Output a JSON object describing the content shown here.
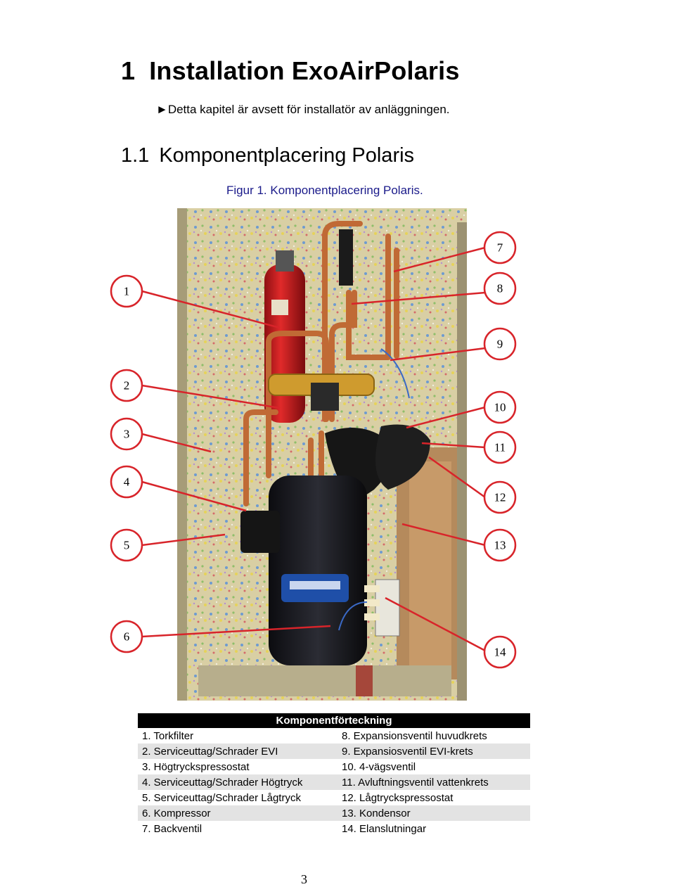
{
  "heading1": {
    "number": "1",
    "text": "Installation ExoAirPolaris"
  },
  "intro": "►Detta kapitel är avsett för installatör av anläggningen.",
  "heading2": {
    "number": "1.1",
    "text": "Komponentplacering Polaris"
  },
  "figure_caption": "Figur 1. Komponentplacering Polaris.",
  "callouts_left": [
    "1",
    "2",
    "3",
    "4",
    "5",
    "6"
  ],
  "callouts_right": [
    "7",
    "8",
    "9",
    "10",
    "11",
    "12",
    "13",
    "14"
  ],
  "table": {
    "title": "Komponentförteckning",
    "rows": [
      [
        "1. Torkfilter",
        "8. Expansionsventil huvudkrets"
      ],
      [
        "2. Serviceuttag/Schrader EVI",
        "9. Expansiosventil EVI-krets"
      ],
      [
        "3. Högtryckspressostat",
        "10. 4-vägsventil"
      ],
      [
        "4. Serviceuttag/Schrader Högtryck",
        "11. Avluftningsventil vattenkrets"
      ],
      [
        "5. Serviceuttag/Schrader Lågtryck",
        "12. Lågtryckspressostat"
      ],
      [
        "6. Kompressor",
        "13. Kondensor"
      ],
      [
        "7. Backventil",
        "14. Elanslutningar"
      ]
    ]
  },
  "page_number": "3"
}
